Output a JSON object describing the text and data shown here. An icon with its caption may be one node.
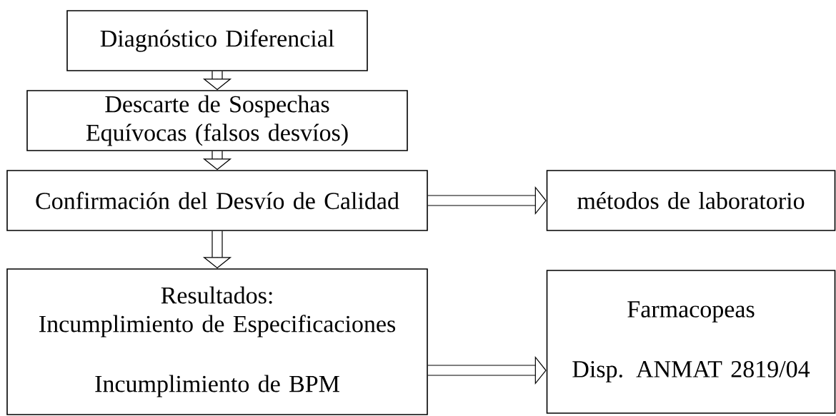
{
  "diagram": {
    "nodes": [
      {
        "text": [
          "Diagnóstico Diferencial"
        ]
      },
      {
        "text": [
          "Descarte de Sospechas Equívocas (falsos desvíos)"
        ]
      },
      {
        "text": [
          "Confirmación del Desvío de Calidad"
        ]
      },
      {
        "text": [
          "métodos de laboratorio"
        ]
      },
      {
        "text": [
          "Resultados:",
          "Incumplimiento de Especificaciones",
          "Incumplimiento de BPM"
        ]
      },
      {
        "text": [
          "Farmacopeas",
          "Disp. ANMAT 2819/04"
        ]
      }
    ],
    "edges": [
      {
        "from": 0,
        "to": 1,
        "arrow": "to"
      },
      {
        "from": 1,
        "to": 2,
        "arrow": "to"
      },
      {
        "from": 2,
        "to": 3,
        "arrow": "to"
      },
      {
        "from": 2,
        "to": 4,
        "arrow": "to"
      },
      {
        "from": 4,
        "to": 5,
        "arrow": "to"
      }
    ]
  }
}
